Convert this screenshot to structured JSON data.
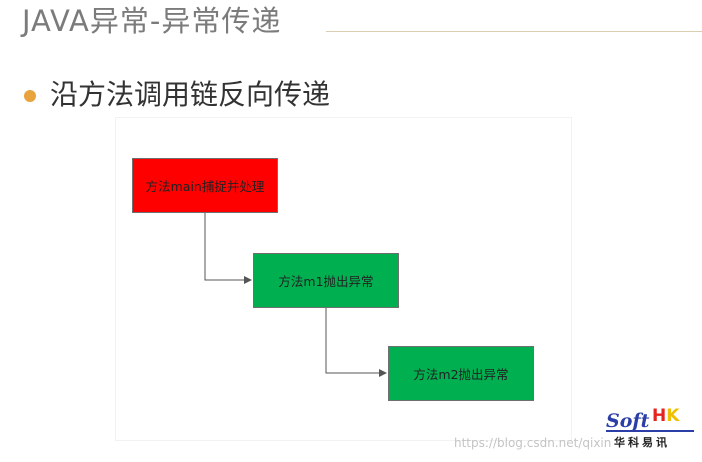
{
  "slide": {
    "title": "JAVA异常-异常传递",
    "bullet": "沿方法调用链反向传递"
  },
  "diagram": {
    "box_main": "方法main捕捉并处理",
    "box_m1": "方法m1抛出异常",
    "box_m2": "方法m2抛出异常",
    "colors": {
      "main": "#ff0000",
      "m1": "#00b050",
      "m2": "#00b050"
    }
  },
  "logo": {
    "soft": "Soft",
    "hk_h": "H",
    "hk_k": "K",
    "cn": "华科易讯"
  },
  "watermark": "https://blog.csdn.net/qixin"
}
